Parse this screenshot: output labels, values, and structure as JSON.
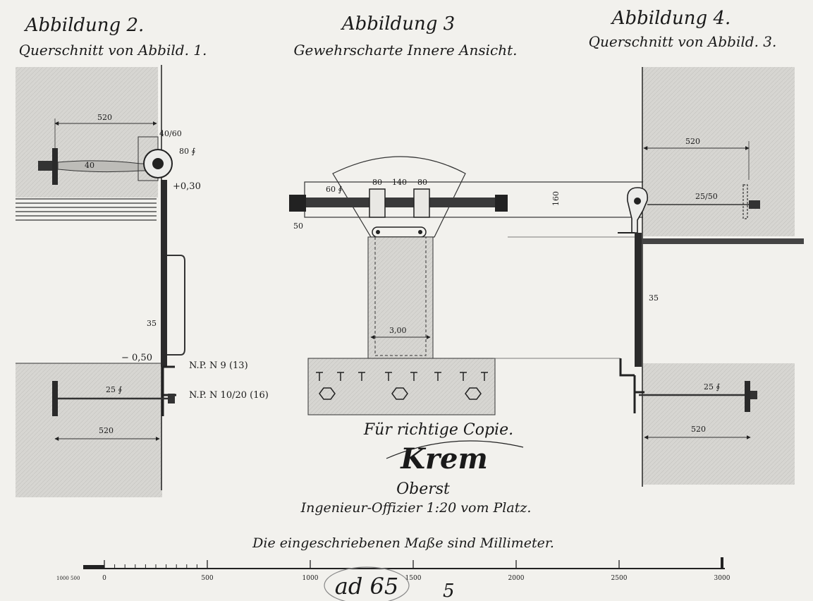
{
  "fig2": {
    "title": "Abbildung 2.",
    "subtitle": "Querschnitt von Abbild. 1.",
    "dims": {
      "width_top": "520",
      "rod": "40",
      "eye": "40/60",
      "pin": "80 ∮",
      "level_top": "+0,30",
      "bar": "35",
      "level_bottom": "− 0,50",
      "profile_1": "N.P. N 9 (13)",
      "profile_2": "N.P. N 10/20 (16)",
      "bolt": "25 ∮",
      "width_bottom": "520"
    }
  },
  "fig3": {
    "title": "Abbildung 3",
    "subtitle": "Gewehrscharte Innere Ansicht.",
    "dims": {
      "shaft": "60 ∮",
      "w1": "80",
      "w2": "140",
      "w3": "80",
      "nut": "50",
      "depth": "160",
      "slot_width": "3,00"
    }
  },
  "fig4": {
    "title": "Abbildung 4.",
    "subtitle": "Querschnitt von Abbild. 3.",
    "dims": {
      "width_top": "520",
      "rod": "25/50",
      "bar": "35",
      "bolt": "25 ∮",
      "width_bottom": "520"
    }
  },
  "footer": {
    "attest": "Für richtige Copie.",
    "signature": "Krem",
    "rank": "Oberst",
    "office": "Ingenieur-Offizier 1:20 vom Platz.",
    "units_note": "Die eingeschriebenen Maße sind Millimeter."
  },
  "scale_bar": {
    "labels": [
      "0",
      "500",
      "1000",
      "1500",
      "2000",
      "2500",
      "3000"
    ],
    "small": "1000 500"
  },
  "stamp": {
    "text": "ad 65",
    "number": "5"
  },
  "colors": {
    "paper": "#f2f1ed",
    "hatch": "#d4d3cf",
    "ink": "#1e1e1e"
  }
}
